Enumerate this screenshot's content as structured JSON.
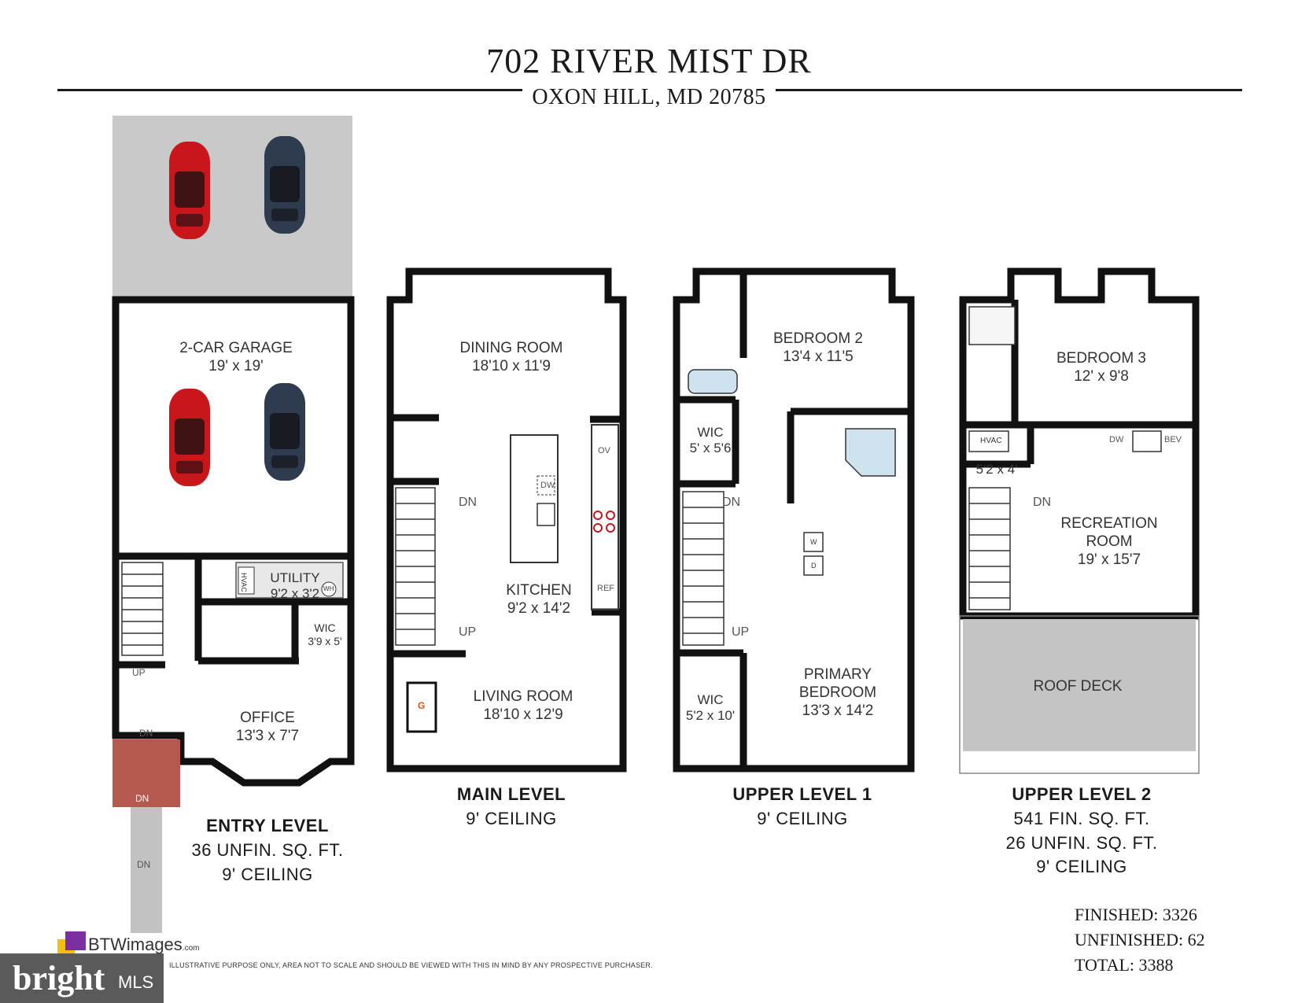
{
  "header": {
    "address": "702 RIVER MIST DR",
    "city_line": "OXON HILL, MD 20785"
  },
  "rooms": {
    "garage": {
      "name": "2-CAR GARAGE",
      "dim": "19' x 19'"
    },
    "utility": {
      "name": "UTILITY",
      "dim": "9'2 x 3'2"
    },
    "wic_entry": {
      "name": "WIC",
      "dim": "3'9 x 5'"
    },
    "office": {
      "name": "OFFICE",
      "dim": "13'3 x 7'7"
    },
    "dining": {
      "name": "DINING ROOM",
      "dim": "18'10 x 11'9"
    },
    "kitchen": {
      "name": "KITCHEN",
      "dim": "9'2 x 14'2"
    },
    "living": {
      "name": "LIVING ROOM",
      "dim": "18'10 x 12'9"
    },
    "bedroom2": {
      "name": "BEDROOM 2",
      "dim": "13'4 x 11'5"
    },
    "wic_upper1_top": {
      "name": "WIC",
      "dim": "5' x 5'6"
    },
    "wic_upper1_bottom": {
      "name": "WIC",
      "dim": "5'2 x 10'"
    },
    "primary": {
      "name1": "PRIMARY",
      "name2": "BEDROOM",
      "dim": "13'3 x 14'2"
    },
    "bedroom3": {
      "name": "BEDROOM 3",
      "dim": "12' x 9'8"
    },
    "hvac_closet": {
      "label": "HVAC",
      "dim": "5'2 x 4'"
    },
    "recreation": {
      "name1": "RECREATION",
      "name2": "ROOM",
      "dim": "19' x 15'7"
    },
    "roof_deck": {
      "name": "ROOF DECK"
    }
  },
  "fixtures": {
    "dn": "DN",
    "up": "UP",
    "dw": "DW",
    "ov": "OV",
    "ref": "REF",
    "hvac": "HVAC",
    "wh": "WH",
    "bev": "BEV",
    "w": "W",
    "d": "D",
    "g": "G"
  },
  "levels": {
    "entry": {
      "name": "ENTRY LEVEL",
      "line2": "36 UNFIN. SQ. FT.",
      "line3": "9' CEILING"
    },
    "main": {
      "name": "MAIN LEVEL",
      "line2": "9' CEILING"
    },
    "upper1": {
      "name": "UPPER LEVEL 1",
      "line2": "9' CEILING"
    },
    "upper2": {
      "name": "UPPER LEVEL 2",
      "line2": "541 FIN. SQ. FT.",
      "line3": "26 UNFIN. SQ. FT.",
      "line4": "9' CEILING"
    }
  },
  "totals": {
    "finished": "FINISHED: 3326",
    "unfinished": "UNFINISHED: 62",
    "total": "TOTAL: 3388"
  },
  "branding": {
    "btw": "BTWimages",
    "btw_suffix": ".com",
    "disclaimer": "ILLUSTRATIVE PURPOSE ONLY, AREA NOT TO SCALE AND SHOULD BE VIEWED WITH THIS IN MIND BY ANY PROSPECTIVE PURCHASER.",
    "bright": "bright",
    "mls": "MLS"
  },
  "colors": {
    "wall": "#111111",
    "driveway": "#c9c9c9",
    "deck": "#c4c4c4",
    "stoop": "#b5584f",
    "car_red": "#c8161b",
    "car_blue": "#2f3b4f",
    "accent_purple": "#7b2fa0",
    "accent_yellow": "#f2c012"
  }
}
